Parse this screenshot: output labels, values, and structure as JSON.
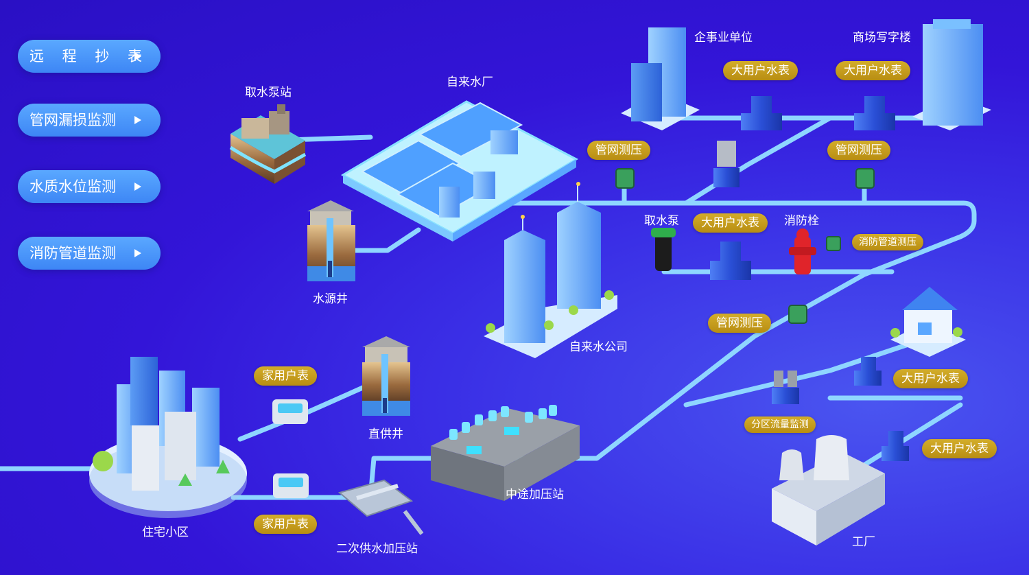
{
  "menu": [
    {
      "label": "远 程 抄 表"
    },
    {
      "label": "管网漏损监测"
    },
    {
      "label": "水质水位监测"
    },
    {
      "label": "消防管道监测"
    }
  ],
  "labels": {
    "intake_pump_station": "取水泵站",
    "water_plant": "自来水厂",
    "institution": "企事业单位",
    "mall_office": "商场写字楼",
    "water_source_well": "水源井",
    "water_company": "自来水公司",
    "residential": "住宅小区",
    "direct_well": "直供井",
    "secondary_booster": "二次供水加压站",
    "midway_booster": "中途加压站",
    "factory": "工厂",
    "intake_pump": "取水泵",
    "hydrant": "消防栓"
  },
  "tags": {
    "big_user_meter": "大用户水表",
    "pipe_pressure": "管网测压",
    "household_meter": "家用户表",
    "fire_pipe_pressure": "消防管道测压",
    "zone_flow": "分区流量监测"
  },
  "colors": {
    "background": "#3315d8",
    "pipe": "#8fd6ff",
    "menu_button": "#4a98fa",
    "tag": "#c49c1f",
    "building": "#5fa8f5"
  }
}
